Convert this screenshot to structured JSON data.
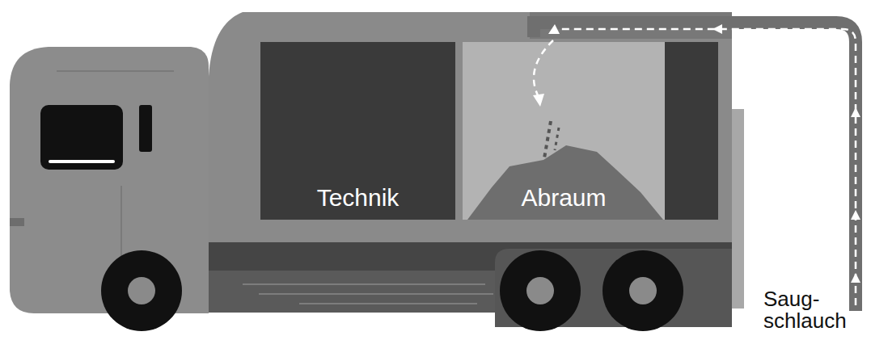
{
  "diagram": {
    "nodes": [
      {
        "text": [
          "Technik"
        ]
      },
      {
        "text": [
          "Abraum"
        ]
      }
    ],
    "labels": [
      "Saug- schlauch"
    ]
  }
}
